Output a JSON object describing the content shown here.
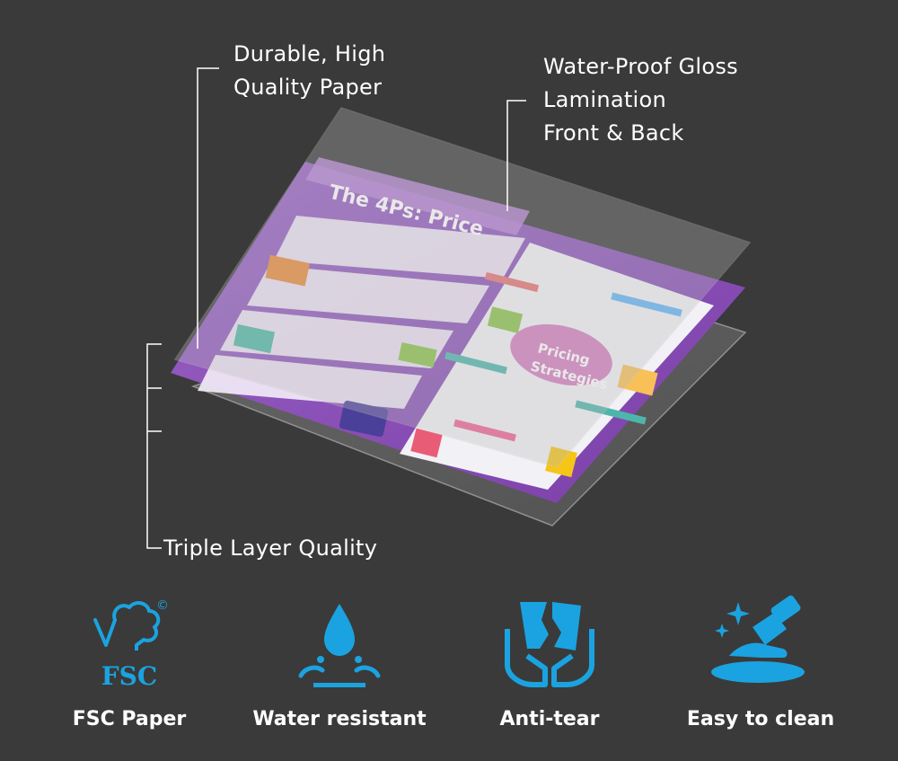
{
  "callouts": {
    "paper": [
      "Durable, High",
      "Quality Paper"
    ],
    "lamination": [
      "Water-Proof Gloss",
      "Lamination",
      "Front & Back"
    ],
    "layers": "Triple Layer Quality"
  },
  "poster": {
    "title": "The 4Ps: Price",
    "center_label_1": "Pricing",
    "center_label_2": "Strategies"
  },
  "features": [
    {
      "label": "FSC Paper",
      "icon": "fsc-tree-icon",
      "icon_text": "FSC",
      "mark": "©"
    },
    {
      "label": "Water resistant",
      "icon": "water-drop-icon"
    },
    {
      "label": "Anti-tear",
      "icon": "torn-paper-hands-icon"
    },
    {
      "label": "Easy to clean",
      "icon": "cleaning-hand-icon"
    }
  ],
  "colors": {
    "background": "#3a3a3a",
    "icon_blue": "#1aa3e0",
    "poster_purple": "#8a4fb8",
    "line": "#ffffff"
  }
}
